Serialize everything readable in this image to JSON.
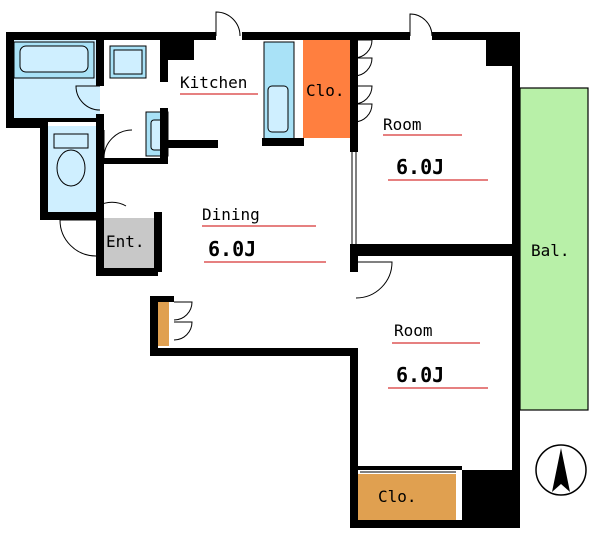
{
  "labels": {
    "kitchen": "Kitchen",
    "closet_top": "Clo.",
    "closet_bottom": "Clo.",
    "room_upper": "Room",
    "room_upper_size": "6.0J",
    "dining": "Dining",
    "dining_size": "6.0J",
    "entrance": "Ent.",
    "balcony": "Bal.",
    "room_lower": "Room",
    "room_lower_size": "6.0J"
  },
  "colors": {
    "wall": "#000000",
    "fixture_blue": "#cfefff",
    "fixture_blue_dark": "#a9e2f7",
    "closet_orange": "#ff7f3f",
    "closet_tan": "#e0a050",
    "entrance_gray": "#c8c8c8",
    "balcony_green": "#b8f0a8",
    "underline_red": "#cc0000"
  },
  "compass": {
    "icon": "north-arrow-icon"
  }
}
